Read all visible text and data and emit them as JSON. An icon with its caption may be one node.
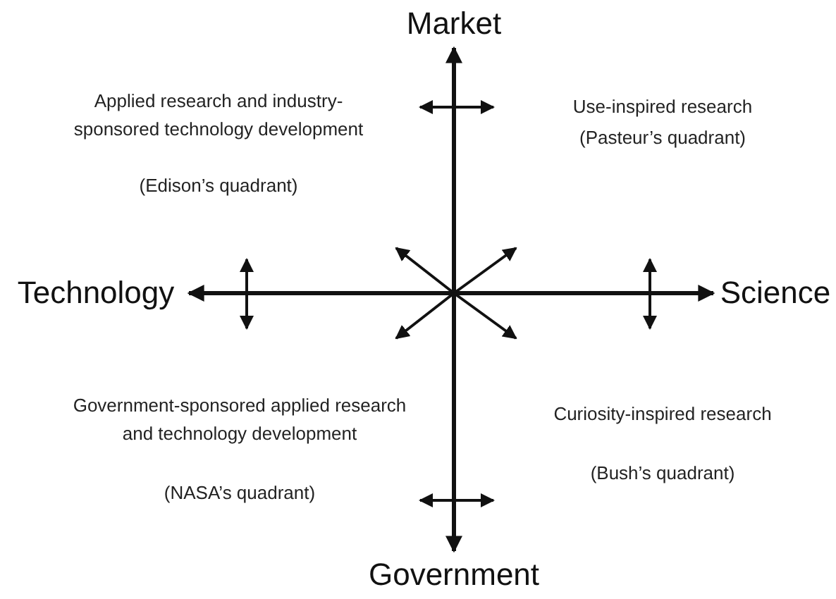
{
  "diagram": {
    "nodes": [
      {
        "text": [
          "Market"
        ]
      },
      {
        "text": [
          "Technology"
        ]
      },
      {
        "text": [
          "Science"
        ]
      },
      {
        "text": [
          "Government"
        ]
      }
    ],
    "edges": [
      {
        "from": 0,
        "to": 3,
        "arrow": "both"
      },
      {
        "from": 1,
        "to": 2,
        "arrow": "both"
      }
    ],
    "labels": [
      "Applied research and industry-sponsored technology development",
      "(Edison’s quadrant)",
      "Use-inspired research",
      "(Pasteur’s quadrant)",
      "Government-sponsored applied research and technology development",
      "(NASA’s quadrant)",
      "Curiosity-inspired research",
      "(Bush’s quadrant)"
    ]
  }
}
